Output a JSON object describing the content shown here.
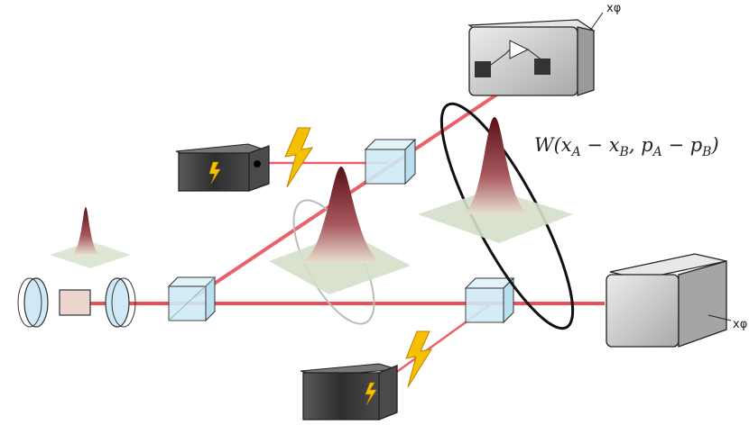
{
  "labels": {
    "measurement_top": "xφ",
    "measurement_right": "xφ",
    "wigner_formula": "W(xₐ − xᵦ, pₐ − pᵦ)"
  },
  "formula_parts": {
    "prefix": "W(x",
    "sub_a1": "A",
    "minus1": " − x",
    "sub_b1": "B",
    "comma": ", p",
    "sub_a2": "A",
    "minus2": " − p",
    "sub_b2": "B",
    "suffix": ")"
  },
  "colors": {
    "beam_red": "#e8505a",
    "beam_blue": "#6a6ae0",
    "cube_fill": "#cfeaf6",
    "device_dark": "#3a3a3a",
    "device_light": "#cfcfcf",
    "lightning": "#f5c000",
    "peak": "#7a1e28"
  },
  "icons": [
    "lightning-icon",
    "beam-splitter-icon",
    "detector-icon",
    "laser-icon",
    "amplifier-icon"
  ]
}
